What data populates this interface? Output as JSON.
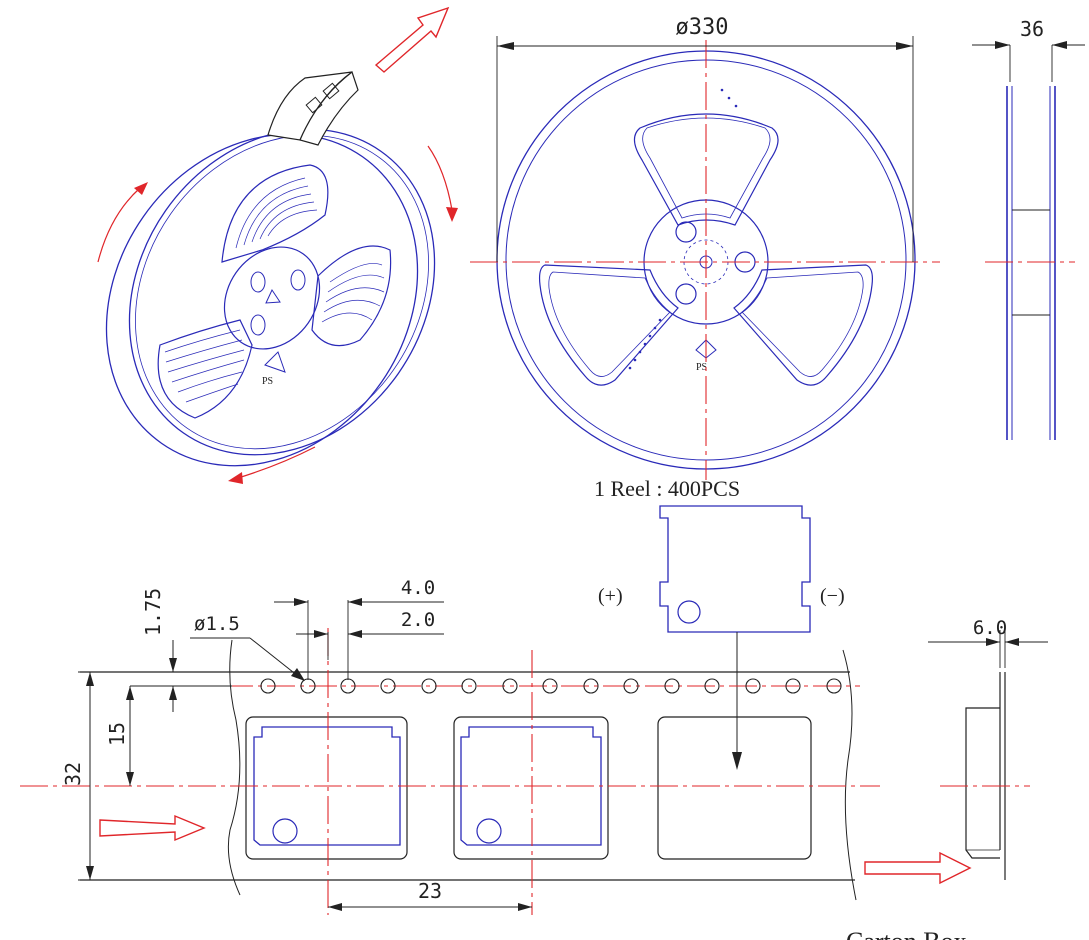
{
  "labels": {
    "reel_diameter": "ø330",
    "reel_width": "36",
    "reel_quantity": "1 Reel : 400PCS",
    "dim_sprocket_offset": "1.75",
    "dim_sprocket_hole": "ø1.5",
    "dim_hole_pitch": "4.0",
    "dim_pocket_offset": "2.0",
    "dim_pocket_y": "15",
    "dim_tape_width": "32",
    "dim_pocket_pitch": "23",
    "dim_tape_depth": "6.0",
    "polarity_plus": "(+)",
    "polarity_minus": "(−)",
    "footer_partial": "Carton Box",
    "recycle_mark": "PS"
  },
  "colors": {
    "outline": "#222222",
    "component": "#2a2ab8",
    "centerline": "#e0262a",
    "feed_arrow": "#e0262a"
  }
}
